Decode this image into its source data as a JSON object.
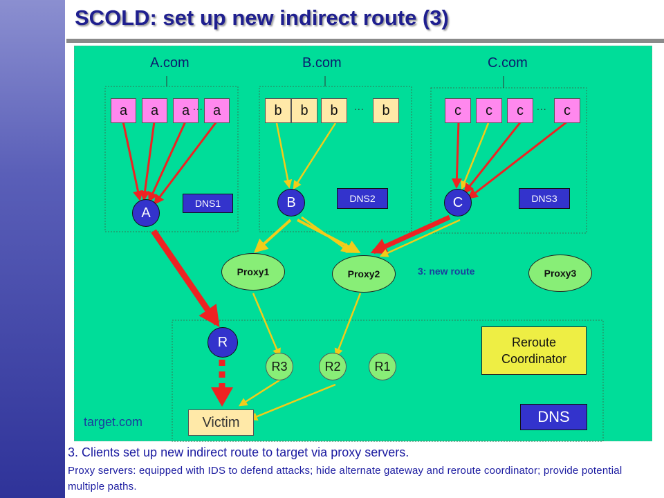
{
  "slide": {
    "title": "SCOLD: set up new indirect route (3)",
    "caption_line1": "3. Clients set up new indirect route to target via proxy servers.",
    "caption_line2": "Proxy servers: equipped with IDS to defend attacks; hide alternate gateway and reroute coordinator; provide potential multiple paths."
  },
  "diagram": {
    "domains": [
      {
        "name": "A.com",
        "client_label": "a",
        "clients": [
          "a",
          "a",
          "a",
          "a"
        ],
        "router": "A",
        "dns": "DNS1",
        "ellipsis": "..."
      },
      {
        "name": "B.com",
        "client_label": "b",
        "clients": [
          "b",
          "b",
          "b",
          "b"
        ],
        "router": "B",
        "dns": "DNS2",
        "ellipsis": "..."
      },
      {
        "name": "C.com",
        "client_label": "c",
        "clients": [
          "c",
          "c",
          "c",
          "c"
        ],
        "router": "C",
        "dns": "DNS3",
        "ellipsis": "..."
      }
    ],
    "proxies": [
      "Proxy1",
      "Proxy2",
      "Proxy3"
    ],
    "new_route_label": "3: new route",
    "target": {
      "router": "R",
      "gateways": [
        "R3",
        "R2",
        "R1"
      ],
      "reroute_coordinator": "Reroute Coordinator",
      "dns": "DNS",
      "victim": "Victim",
      "domain_label": "target.com"
    },
    "colors": {
      "background": "#00dd99",
      "attack_arrow": "#ee2222",
      "legit_arrow": "#f2cc1a",
      "router": "#3333cc",
      "client_a": "#ff88ee",
      "client_b": "#ffe9a8",
      "client_c": "#ff88ee",
      "proxy": "#88ee77",
      "coordinator": "#eeee44",
      "title": "#1f1f8f"
    }
  }
}
